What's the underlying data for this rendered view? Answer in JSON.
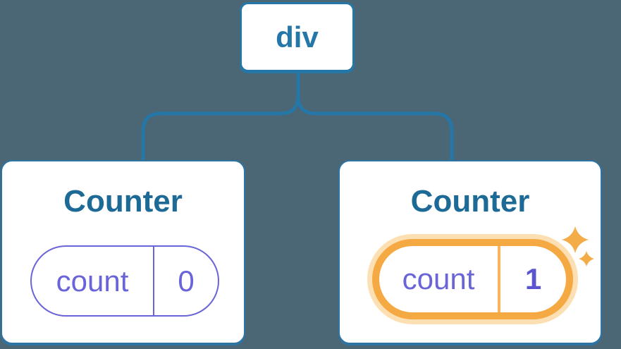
{
  "diagram": {
    "description": "React component tree diagram showing two Counter children of a div, the second Counter's count state updated",
    "root": {
      "label": "div"
    },
    "children": [
      {
        "title": "Counter",
        "state_key": "count",
        "state_value": "0",
        "highlighted": false
      },
      {
        "title": "Counter",
        "state_key": "count",
        "state_value": "1",
        "highlighted": true,
        "badge_icon": "sparkles-icon"
      }
    ],
    "colors": {
      "background": "#4B6674",
      "connector_blue": "#2577A8",
      "title_blue": "#1D6A96",
      "pill_purple": "#6A64D9",
      "value_purple_bold": "#5A55CF",
      "highlight_orange": "#F5A942",
      "highlight_halo": "#FCE0B4",
      "sparkle_orange": "#F3AC47",
      "card_background": "#FFFFFF"
    }
  }
}
